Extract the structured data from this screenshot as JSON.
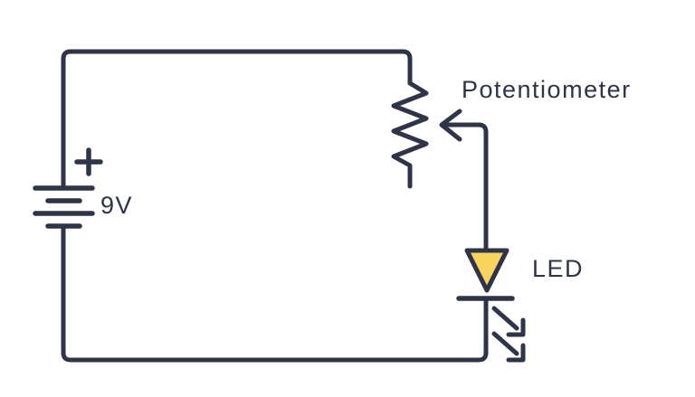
{
  "diagram": {
    "type": "circuit-schematic",
    "labels": {
      "battery_polarity": "+",
      "battery_voltage": "9V",
      "potentiometer": "Potentiometer",
      "led": "LED"
    },
    "components": [
      {
        "name": "battery",
        "label": "9V"
      },
      {
        "name": "potentiometer",
        "label": "Potentiometer"
      },
      {
        "name": "led",
        "label": "LED"
      }
    ],
    "colors": {
      "line": "#2F3447",
      "text": "#2F3447",
      "led_fill": "#F8D45E",
      "background": "#FFFFFF"
    }
  }
}
